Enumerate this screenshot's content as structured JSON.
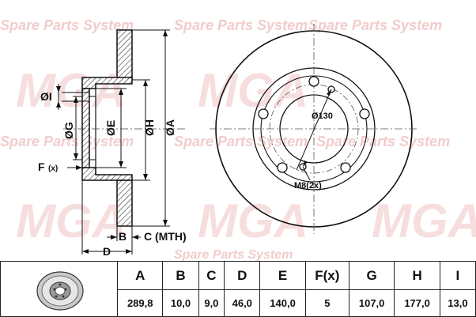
{
  "watermark": {
    "brand": "MGA",
    "line_text": "Spare Parts System"
  },
  "diagram": {
    "labels": {
      "I": "ØI",
      "G": "ØG",
      "E": "ØE",
      "H": "ØH",
      "A": "ØA",
      "F": "F",
      "F_sub": "(x)",
      "B": "B",
      "C": "C (MTH)",
      "D": "D",
      "pcd": "Ø130",
      "bolt": "M8(2x)"
    }
  },
  "table": {
    "headers": [
      "A",
      "B",
      "C",
      "D",
      "E",
      "F(x)",
      "G",
      "H",
      "I"
    ],
    "values": [
      "289,8",
      "10,0",
      "9,0",
      "46,0",
      "140,0",
      "5",
      "107,0",
      "177,0",
      "13,0"
    ]
  }
}
